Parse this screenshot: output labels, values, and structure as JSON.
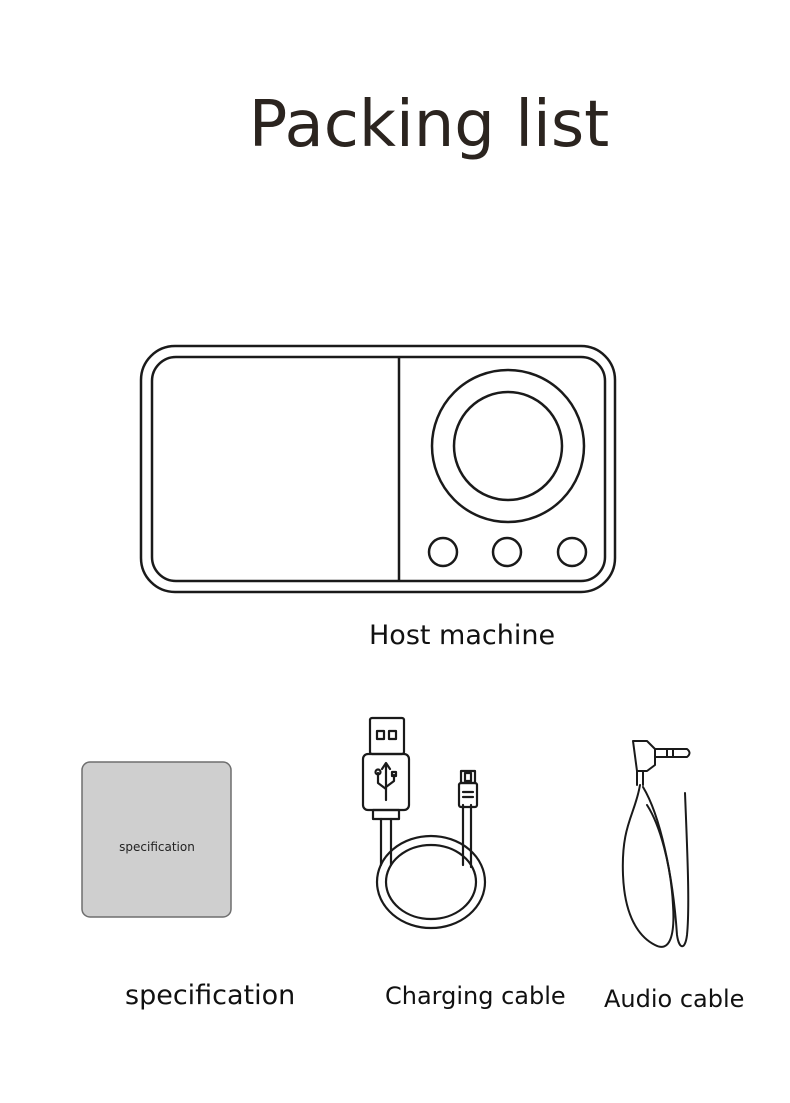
{
  "page": {
    "title": "Packing list"
  },
  "items": [
    {
      "label": "Host machine",
      "icon": "radio-speaker-icon"
    },
    {
      "label": "specification",
      "icon": "manual-booklet-icon",
      "cover_text": "specification"
    },
    {
      "label": "Charging cable",
      "icon": "usb-charging-cable-icon"
    },
    {
      "label": "Audio cable",
      "icon": "audio-aux-cable-icon"
    }
  ],
  "colors": {
    "background": "#ffffff",
    "title_text": "#2b241f",
    "outline": "#1a1a1a",
    "manual_fill": "#cfcfcf"
  }
}
